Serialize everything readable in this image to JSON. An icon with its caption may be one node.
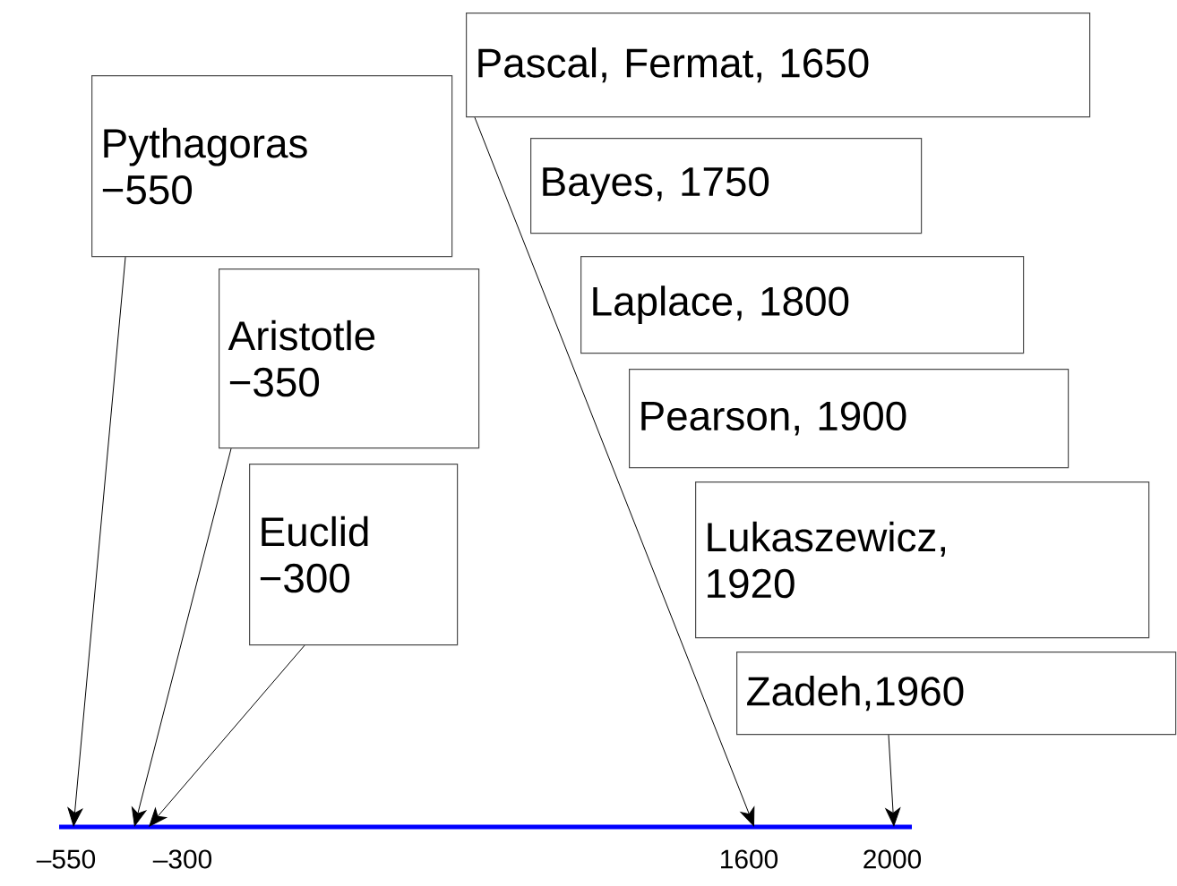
{
  "diagram": {
    "nodes": [
      {
        "text": [
          "Pythagoras −550"
        ]
      },
      {
        "text": [
          "Aristotle −350"
        ]
      },
      {
        "text": [
          "Euclid −300"
        ]
      },
      {
        "text": [
          "Pascal, Fermat, 1650"
        ]
      },
      {
        "text": [
          "Bayes, 1750"
        ]
      },
      {
        "text": [
          "Laplace, 1800"
        ]
      },
      {
        "text": [
          "Pearson, 1900"
        ]
      },
      {
        "text": [
          "Lukaszewicz, 1920"
        ]
      },
      {
        "text": [
          "Zadeh,1960"
        ]
      }
    ],
    "edges": [
      {
        "from": 0,
        "to": null,
        "arrow": "to"
      },
      {
        "from": 1,
        "to": null,
        "arrow": "to"
      },
      {
        "from": 2,
        "to": null,
        "arrow": "to"
      },
      {
        "from": 3,
        "to": null,
        "arrow": "to"
      },
      {
        "from": 8,
        "to": null,
        "arrow": "to"
      }
    ],
    "labels": [
      "–550",
      "–300",
      "1600",
      "2000"
    ]
  }
}
